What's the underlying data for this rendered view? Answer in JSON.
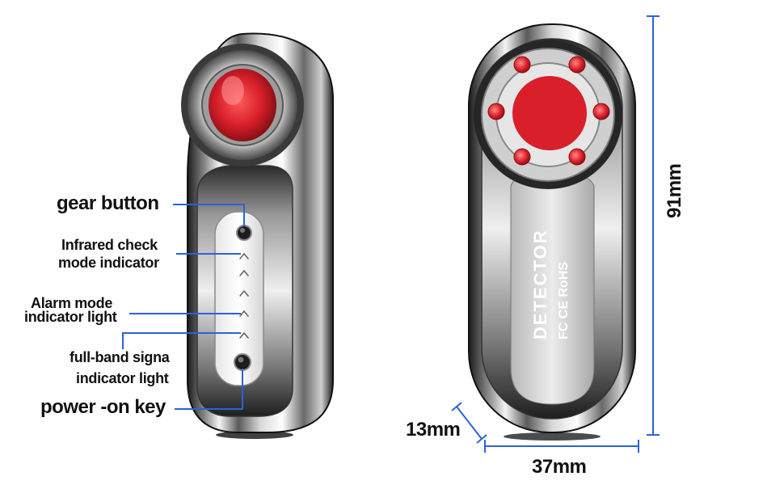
{
  "labels": {
    "gear_button": "gear button",
    "infrared_1": "Infrared check",
    "infrared_2": "mode indicator",
    "alarm_1": "Alarm mode",
    "alarm_2": "indicator light",
    "fullband_1": "full-band signa",
    "fullband_2": "indicator light",
    "power_key": "power -on key"
  },
  "dimensions": {
    "height": "91mm",
    "width": "37mm",
    "depth": "13mm"
  },
  "device_text": {
    "name": "DETECTOR",
    "marks": "FC CE RoHS"
  },
  "colors": {
    "callout_line": "#2b63d4",
    "dimension_line": "#2b63d4",
    "lens_red": "#d81f2a",
    "led_red": "#e0262f",
    "chrome_dark": "#2a2a2a"
  }
}
